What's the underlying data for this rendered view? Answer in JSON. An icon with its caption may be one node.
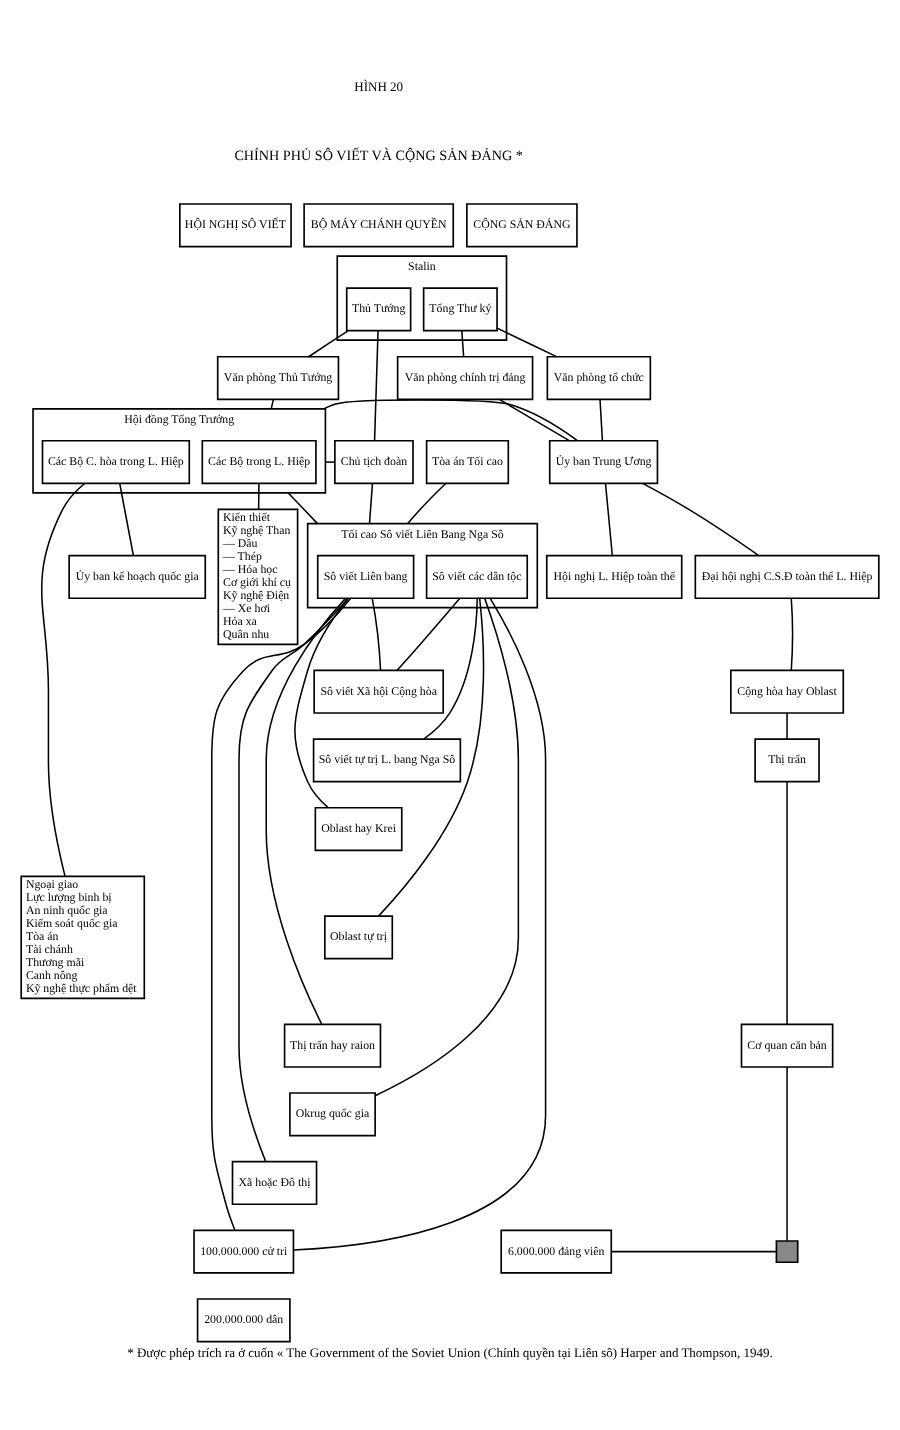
{
  "diagram": {
    "title": "CHÍNH PHỦ SÔ VIẾT VÀ CỘNG SẢN ĐẢNG *",
    "caption": "* Được phép trích ra ở cuốn « The Government of the Soviet Union (Chính quyền tại Liên sô) Harper and Thompson, 1949.",
    "labels": [
      "HÌNH 20"
    ],
    "nodes": [
      {
        "text": [
          "HỘI NGHỊ SÔ VIẾT"
        ]
      },
      {
        "text": [
          "BỘ MÁY CHÁNH QUYỀN"
        ]
      },
      {
        "text": [
          "CỘNG SẢN ĐẢNG"
        ]
      },
      {
        "text": [
          "Stalin"
        ]
      },
      {
        "text": [
          "Thủ Tướng"
        ],
        "in": 3
      },
      {
        "text": [
          "Tổng Thư ký"
        ],
        "in": 3
      },
      {
        "text": [
          "Văn phòng Thủ Tướng"
        ]
      },
      {
        "text": [
          "Văn phòng chính trị đảng"
        ]
      },
      {
        "text": [
          "Văn phòng tổ chức"
        ]
      },
      {
        "text": [
          "Tòa án Tối cao"
        ]
      },
      {
        "text": [
          "Chủ tịch đoàn"
        ]
      },
      {
        "text": [
          "Hội đồng Tổng Trưởng"
        ]
      },
      {
        "text": [
          "Các Bộ trong L. Hiệp"
        ],
        "in": 11
      },
      {
        "text": [
          "Các Bộ C. hòa trong L. Hiệp"
        ],
        "in": 11
      },
      {
        "text": [
          "Ủy ban Trung Ương"
        ]
      },
      {
        "text": [
          "Tối cao Sô viết Liên Bang Nga Sô"
        ]
      },
      {
        "text": [
          "Sô viết Liên bang"
        ],
        "in": 15
      },
      {
        "text": [
          "Sô viết các dân tộc"
        ],
        "in": 15
      },
      {
        "text": [
          "Hội nghị L. Hiệp toàn thể"
        ]
      },
      {
        "text": [
          "Đại hội nghị C.S.Đ toàn thể L. Hiệp"
        ]
      },
      {
        "text": [
          "Ủy ban kế hoạch quốc gia"
        ]
      },
      {
        "text": [
          "Kiến thiết",
          "Kỹ nghệ Than",
          "— Dầu",
          "— Thép",
          "— Hóa học",
          "Cơ giới khí cụ",
          "Kỹ nghệ Điện",
          "— Xe hơi",
          "Hỏa xa",
          "Quân nhu"
        ]
      },
      {
        "text": [
          "Ngoại giao",
          "Lực lượng binh bị",
          "An ninh quốc gia",
          "Kiểm soát quốc gia",
          "Tòa án",
          "Tài chánh",
          "Thương mãi",
          "Canh nông",
          "Kỹ nghệ thực phẩm dệt"
        ]
      },
      {
        "text": [
          "Sô viết Xã hội Cộng hòa"
        ]
      },
      {
        "text": [
          "Sô viết tự trị L. bang Nga Sô"
        ]
      },
      {
        "text": [
          "Oblast hay Krei"
        ]
      },
      {
        "text": [
          "Oblast tự trị"
        ]
      },
      {
        "text": [
          "Thị trấn hay raion"
        ]
      },
      {
        "text": [
          "Okrug quốc gia"
        ]
      },
      {
        "text": [
          "Xã hoặc Đô thị"
        ]
      },
      {
        "text": [
          "Cộng hòa hay Oblast"
        ]
      },
      {
        "text": [
          "Thị trấn"
        ]
      },
      {
        "text": [
          "Cơ quan căn bản"
        ]
      },
      {
        "text": [
          "100.000.000 cử tri"
        ]
      },
      {
        "text": [
          "6.000.000 đảng viên"
        ]
      },
      {
        "text": [],
        "shape": "box"
      },
      {
        "text": [
          "200.000.000 dân"
        ]
      }
    ],
    "edges": [
      {
        "from": 4,
        "to": 10,
        "arrow": "none"
      },
      {
        "from": 4,
        "to": 6,
        "arrow": "none"
      },
      {
        "from": 5,
        "to": 7,
        "arrow": "none"
      },
      {
        "from": 5,
        "to": 8,
        "arrow": "none"
      },
      {
        "from": 6,
        "to": 11,
        "arrow": "none"
      },
      {
        "from": 7,
        "to": 14,
        "arrow": "none"
      },
      {
        "from": 8,
        "to": 14,
        "arrow": "none"
      },
      {
        "from": 10,
        "to": 11,
        "arrow": "none"
      },
      {
        "from": 11,
        "to": 14,
        "arrow": "none"
      },
      {
        "from": 9,
        "to": 15,
        "arrow": "none"
      },
      {
        "from": 10,
        "to": 15,
        "arrow": "none"
      },
      {
        "from": 11,
        "to": 15,
        "arrow": "none"
      },
      {
        "from": 14,
        "to": 18,
        "arrow": "none"
      },
      {
        "from": 14,
        "to": 19,
        "arrow": "none"
      },
      {
        "from": 12,
        "to": 21,
        "arrow": "none"
      },
      {
        "from": 13,
        "to": 20,
        "arrow": "none"
      },
      {
        "from": 13,
        "to": 22,
        "arrow": "none"
      },
      {
        "from": 16,
        "to": 23,
        "arrow": "none"
      },
      {
        "from": 17,
        "to": 23,
        "arrow": "none"
      },
      {
        "from": 17,
        "to": 24,
        "arrow": "none"
      },
      {
        "from": 16,
        "to": 25,
        "arrow": "none"
      },
      {
        "from": 17,
        "to": 26,
        "arrow": "none"
      },
      {
        "from": 16,
        "to": 27,
        "arrow": "none"
      },
      {
        "from": 17,
        "to": 28,
        "arrow": "none"
      },
      {
        "from": 16,
        "to": 29,
        "arrow": "none"
      },
      {
        "from": 16,
        "to": 33,
        "arrow": "none"
      },
      {
        "from": 17,
        "to": 33,
        "arrow": "none"
      },
      {
        "from": 19,
        "to": 30,
        "arrow": "none"
      },
      {
        "from": 30,
        "to": 31,
        "arrow": "none"
      },
      {
        "from": 31,
        "to": 32,
        "arrow": "none"
      },
      {
        "from": 32,
        "to": 35,
        "arrow": "none"
      },
      {
        "from": 34,
        "to": 35,
        "arrow": "none"
      }
    ]
  }
}
